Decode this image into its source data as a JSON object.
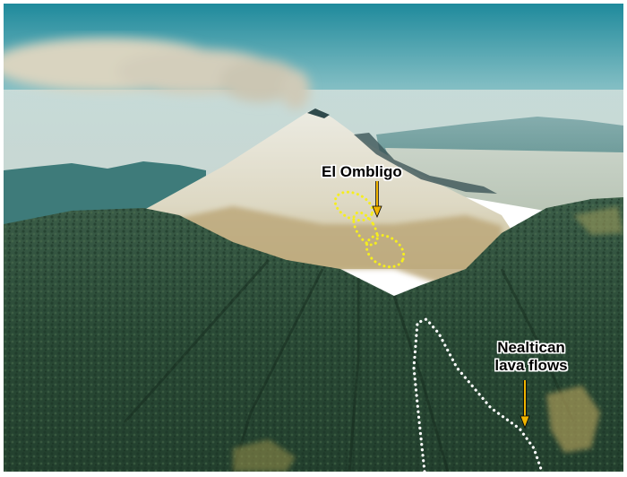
{
  "image": {
    "subject": "Aerial view of an erupting snow-capped stratovolcano with a drifting ash plume, forested lower slopes",
    "colors": {
      "sky_top": "#1f8a9c",
      "sky_horizon": "#d9e6e3",
      "plume": "#d8d3c0",
      "snow": "#e8e4d4",
      "tan_slope": "#b9a77a",
      "forest_dark": "#1f3b2c",
      "forest_mid": "#3f6044",
      "highlight_dots_yellow": "#f5ee1e",
      "lava_outline_white": "#ffffff",
      "arrow": "#f0b400"
    }
  },
  "annotations": {
    "el_ombligo": {
      "label": "El Ombligo",
      "marker": "yellow dotted outlines (3 vents)"
    },
    "nealtican": {
      "label_line1": "Nealtican",
      "label_line2": "lava flows",
      "marker": "white dotted outline"
    }
  }
}
